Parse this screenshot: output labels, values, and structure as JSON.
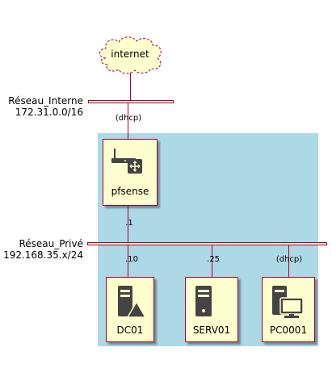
{
  "internet": {
    "label": "internet"
  },
  "networks": {
    "interne": {
      "name": "Réseau_Interne",
      "subnet": "172.31.0.0/16"
    },
    "prive": {
      "name": "Réseau_Privé",
      "subnet": "192.168.35.x/24"
    }
  },
  "addresses": {
    "pfsense_interne": "(dhcp)",
    "pfsense_prive": ".1",
    "dc01": ".10",
    "serv01": ".25",
    "pc0001": "(dhcp)"
  },
  "nodes": {
    "pfsense": {
      "label": "pfsense",
      "icon": "router-icon"
    },
    "dc01": {
      "label": "DC01",
      "icon": "server-warning-icon"
    },
    "serv01": {
      "label": "SERV01",
      "icon": "server-icon"
    },
    "pc0001": {
      "label": "PC0001",
      "icon": "workstation-icon"
    }
  },
  "colors": {
    "line": "#A80036",
    "node_fill": "#FEFECE",
    "zone": "#ADD8E6",
    "icon": "#444444"
  }
}
